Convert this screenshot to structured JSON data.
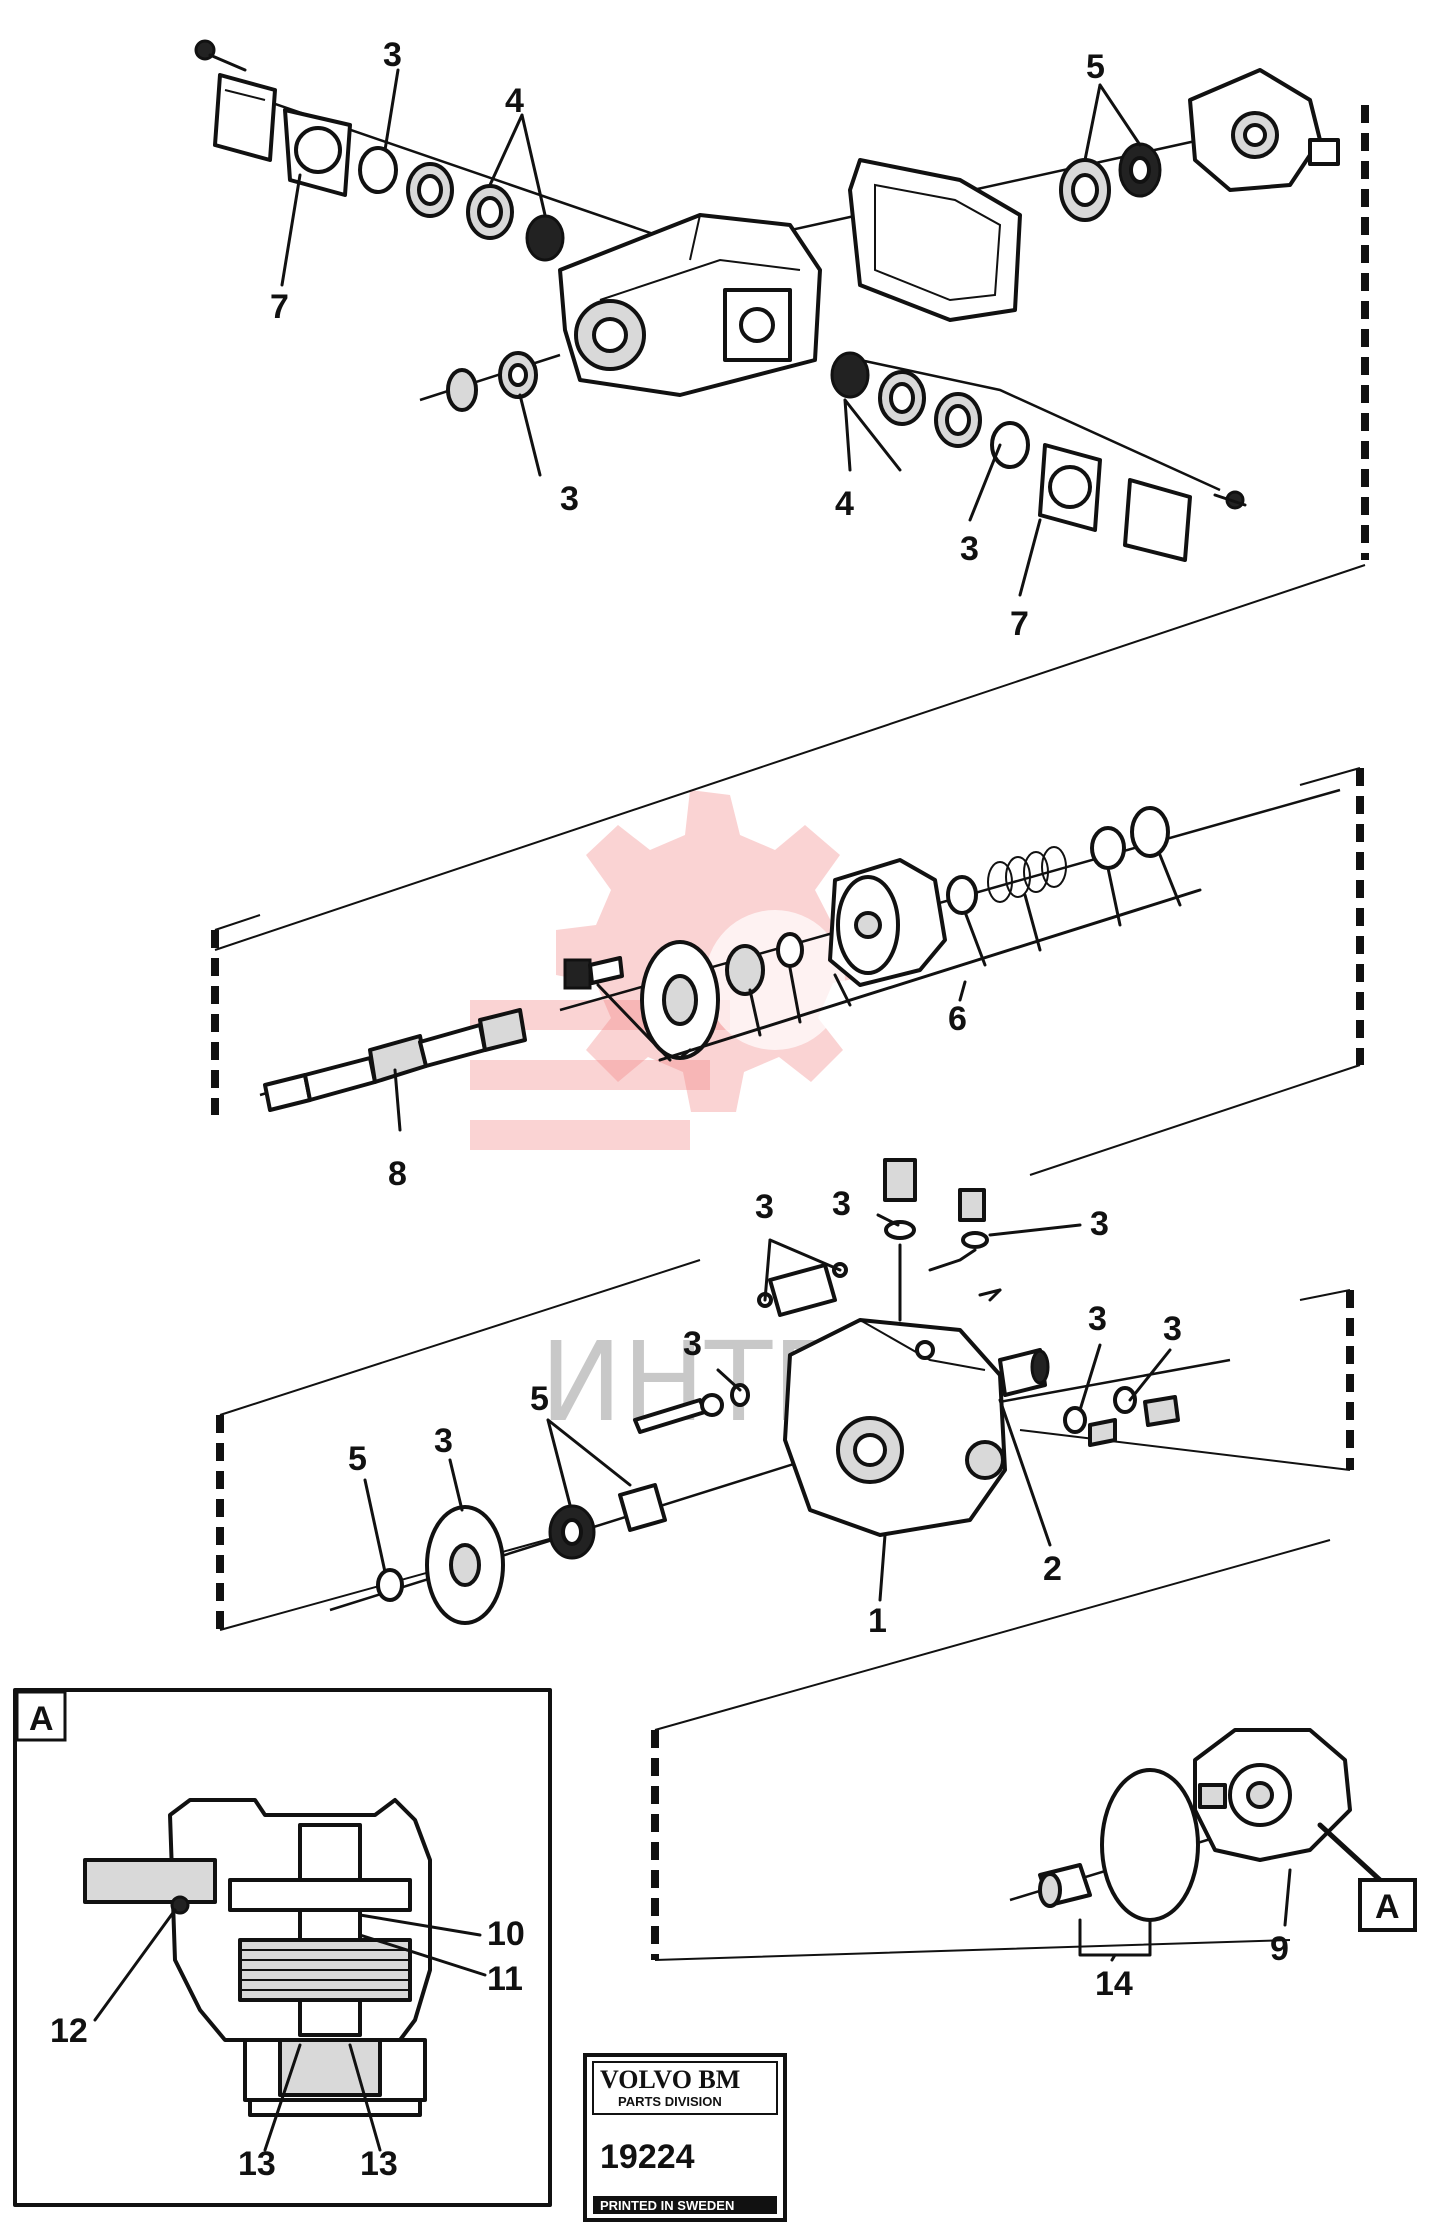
{
  "watermark": {
    "text": "ИНТЕХ",
    "color": "#f08080"
  },
  "labels": {
    "top_3_a": "3",
    "top_4_a": "4",
    "top_5": "5",
    "top_7_a": "7",
    "top_3_b": "3",
    "top_4_b": "4",
    "top_3_c": "3",
    "top_7_b": "7",
    "mid_6": "6",
    "mid_8": "8",
    "low_3_a": "3",
    "low_3_b": "3",
    "low_3_c": "3",
    "low_3_d": "3",
    "low_3_e": "3",
    "low_3_f": "3",
    "low_3_g": "3",
    "low_5_a": "5",
    "low_5_b": "5",
    "low_1": "1",
    "low_2": "2",
    "detail_tag": "A",
    "detail_10": "10",
    "detail_11": "11",
    "detail_12": "12",
    "detail_13_a": "13",
    "detail_13_b": "13",
    "pump_9": "9",
    "pump_14": "14",
    "pump_tag": "A"
  },
  "stamp": {
    "brand": "VOLVO BM",
    "division": "PARTS DIVISION",
    "number": "19224",
    "printed": "PRINTED IN SWEDEN"
  }
}
